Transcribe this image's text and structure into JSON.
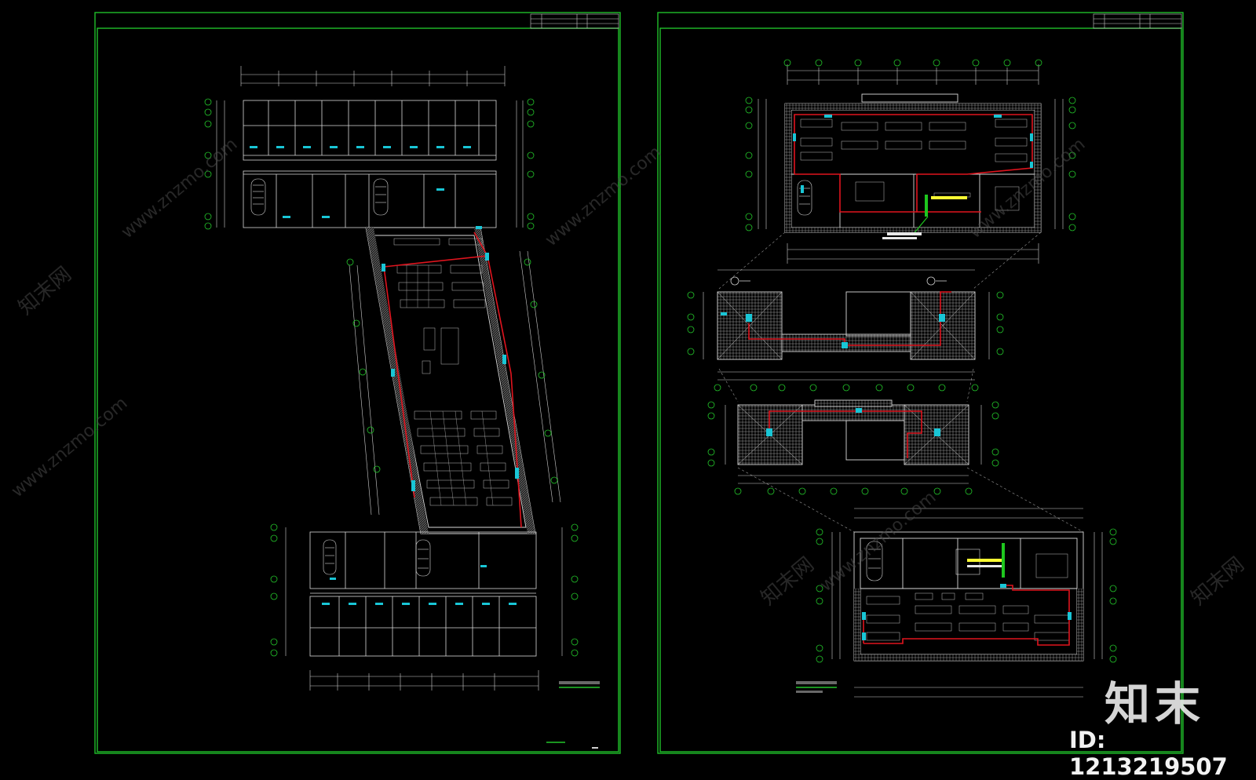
{
  "sheets": [
    {
      "id": "left",
      "title_block_visible": true
    },
    {
      "id": "right",
      "title_block_visible": true
    }
  ],
  "watermark": {
    "site_text": "www.znzmo.com",
    "cn_text": "知末网",
    "brand": "知末",
    "id_label": "ID: 1213219507"
  },
  "colors": {
    "frame": "#1fbf2a",
    "wall": "#d9d9d9",
    "dim_line": "#cfcfcf",
    "axis_bubble": "#23c52a",
    "fire_line": "#e0141e",
    "sprinkler": "#19c6d6",
    "equipment": "#ffff33",
    "background": "#000000"
  },
  "icons": [
    "axis-bubble-icon",
    "stair-icon",
    "toilet-fixture-icon",
    "north-marker-icon"
  ]
}
